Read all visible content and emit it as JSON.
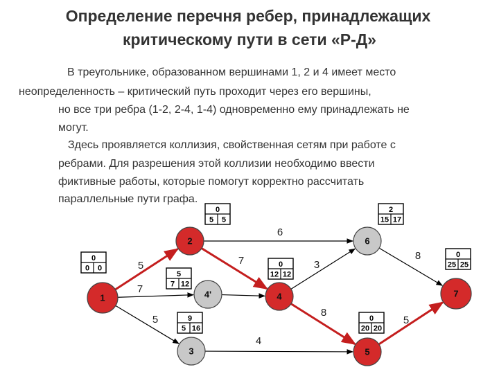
{
  "title": {
    "line1": "Определение перечня ребер, принадлежащих",
    "line2": "критическому пути в сети «Р-Д»"
  },
  "text": {
    "p1_l1": "В треугольнике, образованном вершинами 1, 2 и 4 имеет место",
    "p1_l2": "неопределенность – критический путь проходит через его вершины,",
    "p1_l3": "но все три ребра (1-2, 2-4, 1-4) одновременно ему принадлежать не",
    "p1_l4": "могут.",
    "p2_l1": "Здесь проявляется коллизия, свойственная сетям при работе с",
    "p2_l2": "ребрами. Для разрешения этой коллизии необходимо ввести",
    "p2_l3": "фиктивные работы, которые помогут корректно рассчитать",
    "p2_l4": "параллельные пути графа."
  },
  "colors": {
    "critical_fill": "#d42a2a",
    "normal_fill": "#c8c8c8",
    "critical_edge": "#c41e1e",
    "normal_edge": "#000000"
  },
  "graph": {
    "nodes": [
      {
        "id": "1",
        "label": "1",
        "critical": true,
        "box": {
          "top": "0",
          "left": "0",
          "right": "0"
        }
      },
      {
        "id": "2",
        "label": "2",
        "critical": true,
        "box": {
          "top": "0",
          "left": "5",
          "right": "5"
        }
      },
      {
        "id": "3",
        "label": "3",
        "critical": false,
        "box": {
          "top": "9",
          "left": "5",
          "right": "16"
        }
      },
      {
        "id": "4p",
        "label": "4'",
        "critical": false,
        "box": {
          "top": "5",
          "left": "7",
          "right": "12"
        }
      },
      {
        "id": "4",
        "label": "4",
        "critical": true,
        "box": {
          "top": "0",
          "left": "12",
          "right": "12"
        }
      },
      {
        "id": "5",
        "label": "5",
        "critical": true,
        "box": {
          "top": "0",
          "left": "20",
          "right": "20"
        }
      },
      {
        "id": "6",
        "label": "6",
        "critical": false,
        "box": {
          "top": "2",
          "left": "15",
          "right": "17"
        }
      },
      {
        "id": "7",
        "label": "7",
        "critical": true,
        "box": {
          "top": "0",
          "left": "25",
          "right": "25"
        }
      }
    ],
    "edges": [
      {
        "from": "1",
        "to": "2",
        "weight": "5",
        "critical": true
      },
      {
        "from": "1",
        "to": "4p",
        "weight": "7",
        "critical": false
      },
      {
        "from": "1",
        "to": "3",
        "weight": "5",
        "critical": false
      },
      {
        "from": "2",
        "to": "6",
        "weight": "6",
        "critical": false
      },
      {
        "from": "2",
        "to": "4",
        "weight": "7",
        "critical": true
      },
      {
        "from": "4p",
        "to": "4",
        "weight": "",
        "critical": false
      },
      {
        "from": "4",
        "to": "6",
        "weight": "3",
        "critical": false
      },
      {
        "from": "4",
        "to": "5",
        "weight": "8",
        "critical": true
      },
      {
        "from": "3",
        "to": "5",
        "weight": "4",
        "critical": false
      },
      {
        "from": "6",
        "to": "7",
        "weight": "8",
        "critical": false
      },
      {
        "from": "5",
        "to": "7",
        "weight": "5",
        "critical": true
      }
    ]
  }
}
